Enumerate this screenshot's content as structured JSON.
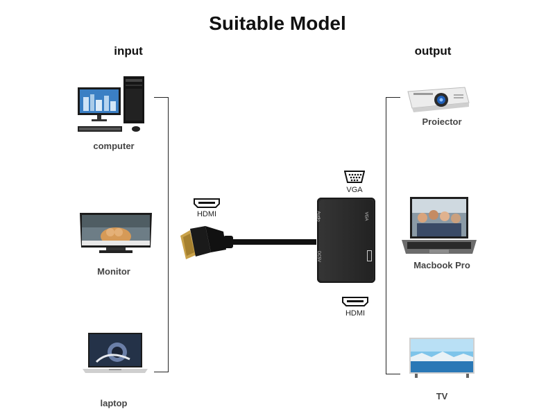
{
  "title": "Suitable Model",
  "input": {
    "heading": "input",
    "devices": [
      {
        "label": "computer",
        "icon": "desktop-computer-icon"
      },
      {
        "label": "Monitor",
        "icon": "monitor-icon"
      },
      {
        "label": "laptop",
        "icon": "laptop-icon"
      }
    ]
  },
  "output": {
    "heading": "output",
    "devices": [
      {
        "label": "Proiector",
        "icon": "projector-icon"
      },
      {
        "label": "Macbook Pro",
        "icon": "macbook-icon"
      },
      {
        "label": "TV",
        "icon": "tv-icon"
      }
    ]
  },
  "ports": {
    "input_port": "HDMI",
    "vga_port": "VGA",
    "hdmi_out_port": "HDMI"
  },
  "hub_labels": {
    "audio": "Audio",
    "vga": "VGA",
    "dc5v": "DC5V"
  },
  "colors": {
    "cable": "#111111",
    "hub": "#2b2b2b",
    "connector_gold": "#c9a24a"
  }
}
